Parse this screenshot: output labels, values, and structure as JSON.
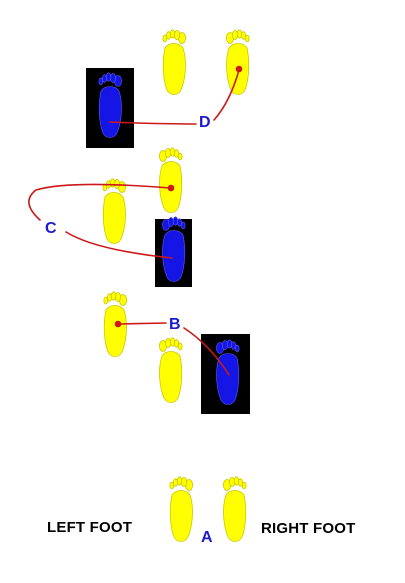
{
  "labels": {
    "left_foot": "LEFT FOOT",
    "right_foot": "RIGHT FOOT",
    "step_a": "A",
    "step_b": "B",
    "step_c": "C",
    "step_d": "D"
  },
  "colors": {
    "yellow_foot": "#ffff00",
    "yellow_outline": "#c8c800",
    "blue_foot": "#1515e6",
    "active_background": "#000000",
    "arrow": "#cc1818",
    "step_letter": "#1a1acd"
  },
  "icons": [
    "yellow-footprint-icon",
    "blue-footprint-icon",
    "red-arrow",
    "target-dot"
  ]
}
